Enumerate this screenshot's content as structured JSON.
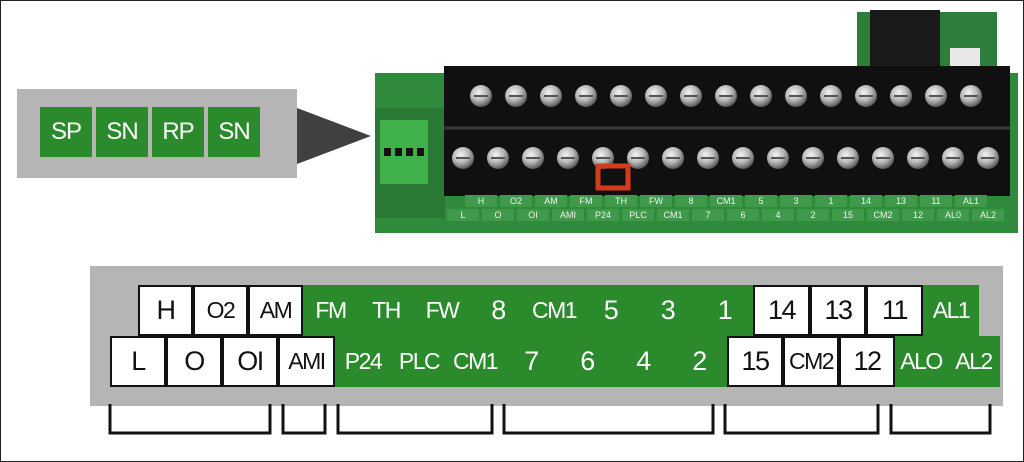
{
  "serial_terminals": [
    "SP",
    "SN",
    "RP",
    "SN"
  ],
  "terminal_map": {
    "top_row": [
      {
        "label": "H",
        "color": "white",
        "w": 55
      },
      {
        "label": "O2",
        "color": "white",
        "w": 55,
        "small": true
      },
      {
        "label": "AM",
        "color": "white",
        "w": 55,
        "small": true
      },
      {
        "label": "FM",
        "color": "green",
        "w": 55,
        "small": true
      },
      {
        "label": "TH",
        "color": "green",
        "w": 56,
        "small": true
      },
      {
        "label": "FW",
        "color": "green",
        "w": 56,
        "small": true
      },
      {
        "label": "8",
        "color": "green",
        "w": 56
      },
      {
        "label": "CM1",
        "color": "green",
        "w": 56,
        "small": true
      },
      {
        "label": "5",
        "color": "green",
        "w": 57
      },
      {
        "label": "3",
        "color": "green",
        "w": 57
      },
      {
        "label": "1",
        "color": "green",
        "w": 57
      },
      {
        "label": "14",
        "color": "white",
        "w": 57
      },
      {
        "label": "13",
        "color": "white",
        "w": 56
      },
      {
        "label": "11",
        "color": "white",
        "w": 57
      },
      {
        "label": "AL1",
        "color": "green",
        "w": 56,
        "small": true
      }
    ],
    "bottom_row": [
      {
        "label": "L",
        "color": "white",
        "w": 56
      },
      {
        "label": "O",
        "color": "white",
        "w": 56
      },
      {
        "label": "OI",
        "color": "white",
        "w": 56
      },
      {
        "label": "AMI",
        "color": "white",
        "w": 57,
        "small": true
      },
      {
        "label": "P24",
        "color": "green",
        "w": 56,
        "small": true
      },
      {
        "label": "PLC",
        "color": "green",
        "w": 56,
        "small": true
      },
      {
        "label": "CM1",
        "color": "green",
        "w": 56,
        "small": true
      },
      {
        "label": "7",
        "color": "green",
        "w": 56
      },
      {
        "label": "6",
        "color": "green",
        "w": 56
      },
      {
        "label": "4",
        "color": "green",
        "w": 56
      },
      {
        "label": "2",
        "color": "green",
        "w": 56
      },
      {
        "label": "15",
        "color": "white",
        "w": 56
      },
      {
        "label": "CM2",
        "color": "white",
        "w": 56,
        "small": true
      },
      {
        "label": "12",
        "color": "white",
        "w": 56
      },
      {
        "label": "ALO",
        "color": "green",
        "w": 52,
        "small": true
      },
      {
        "label": "AL2",
        "color": "green",
        "w": 53,
        "small": true
      }
    ]
  },
  "board_labels": {
    "upper": [
      "H",
      "O2",
      "AM",
      "FM",
      "TH",
      "FW",
      "8",
      "CM1",
      "5",
      "3",
      "1",
      "14",
      "13",
      "11",
      "AL1"
    ],
    "lower": [
      "L",
      "O",
      "OI",
      "AMI",
      "P24",
      "PLC",
      "CM1",
      "7",
      "6",
      "4",
      "2",
      "15",
      "CM2",
      "12",
      "AL0",
      "AL2"
    ]
  },
  "colors": {
    "green": "#2b8a2b",
    "gray": "#b5b5b5",
    "outline": "#111111"
  }
}
